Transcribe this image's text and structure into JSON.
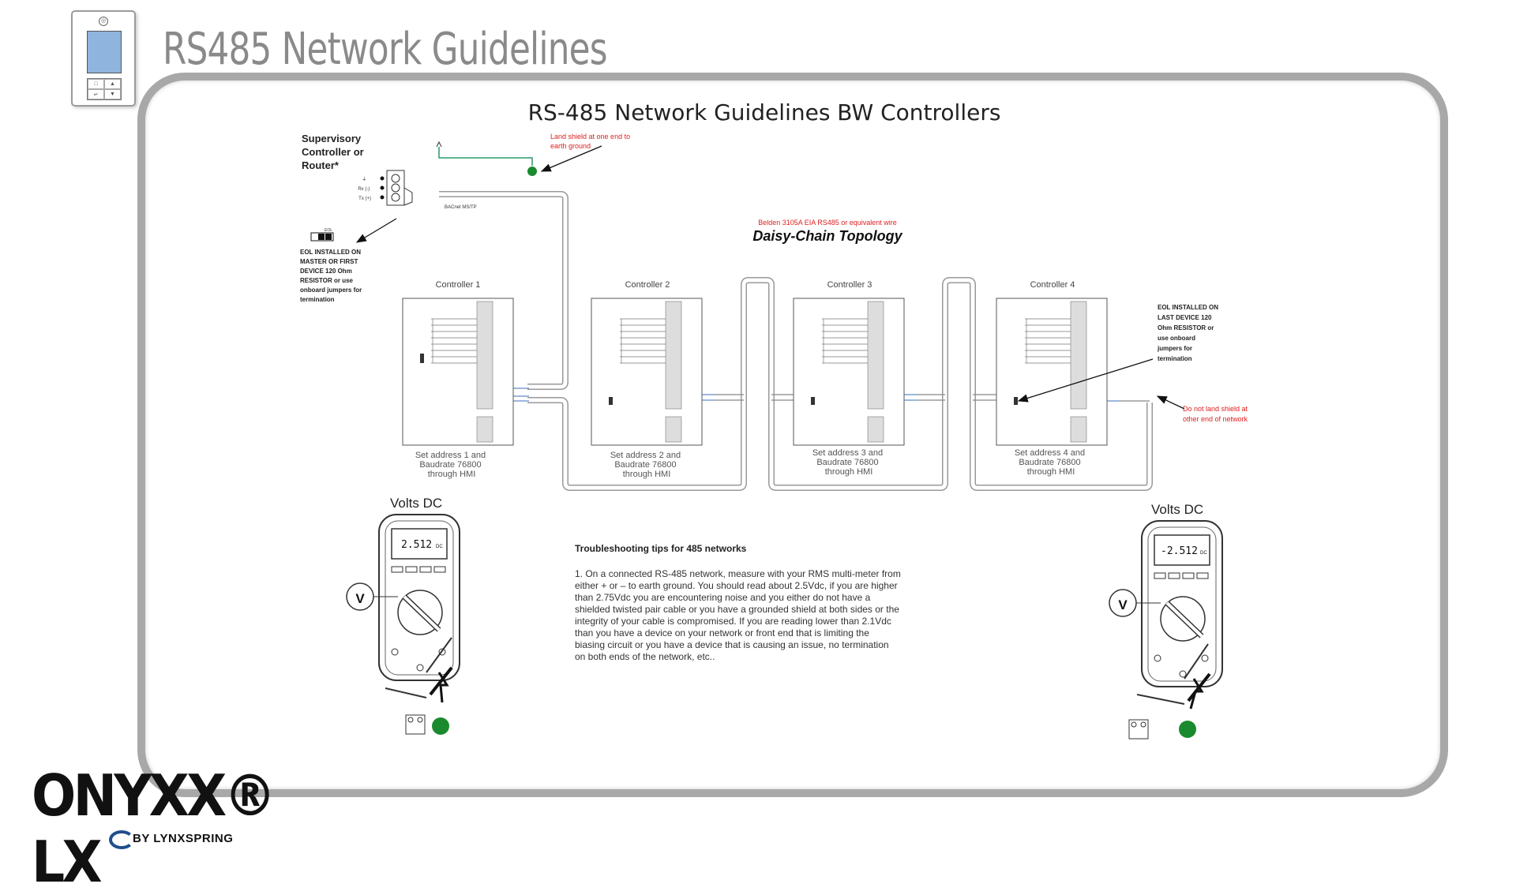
{
  "header": {
    "title": "RS485 Network Guidelines"
  },
  "device_thumb": {
    "icon": "thermostat-controller-icon"
  },
  "diagram": {
    "title": "RS-485 Network Guidelines BW Controllers",
    "supervisory_label": [
      "Supervisory",
      "Controller or",
      "Router*"
    ],
    "supervisory_terminals": [
      "⏚",
      "Rx (-)",
      "Tx (+)"
    ],
    "bacnet_label": "BACnet MS/TP",
    "land_shield_note": [
      "Land shield at one end to",
      "earth ground"
    ],
    "eol_jumper_label": "EOL",
    "eol_master_note": [
      "EOL INSTALLED ON",
      "MASTER OR FIRST",
      "DEVICE 120 Ohm",
      "RESISTOR or use",
      "onboard jumpers for",
      "termination"
    ],
    "wire_note": "Belden 3105A EIA RS485 or equivalent wire",
    "topology_title": "Daisy-Chain Topology",
    "controllers": [
      {
        "title": "Controller 1",
        "caption": [
          "Set address 1 and",
          "Baudrate 76800",
          "through HMI"
        ]
      },
      {
        "title": "Controller 2",
        "caption": [
          "Set address 2 and",
          "Baudrate 76800",
          "through HMI"
        ]
      },
      {
        "title": "Controller 3",
        "caption": [
          "Set address 3 and",
          "Baudrate 76800",
          "through HMI"
        ]
      },
      {
        "title": "Controller 4",
        "caption": [
          "Set address 4 and",
          "Baudrate 76800",
          "through HMI"
        ]
      }
    ],
    "eol_last_note": [
      "EOL INSTALLED ON",
      "LAST DEVICE 120",
      "Ohm RESISTOR or",
      "use onboard",
      "jumpers for",
      "termination"
    ],
    "no_shield_note": [
      "Do not land shield at",
      "other end of network"
    ],
    "meters": [
      {
        "label": "Volts DC",
        "reading": "2.512",
        "unit": "DC",
        "selector": "V"
      },
      {
        "label": "Volts DC",
        "reading": "-2.512",
        "unit": "DC",
        "selector": "V"
      }
    ],
    "troubleshooting": {
      "heading": "Troubleshooting tips for 485 networks",
      "lines": [
        "1. On a connected RS-485 network, measure with your RMS multi-meter from",
        "either + or – to earth ground. You should read about 2.5Vdc, if you are higher",
        "than 2.75Vdc you are encountering noise and you either do not have a",
        "shielded twisted pair cable or you have a grounded shield at both sides or the",
        "integrity of your cable is compromised. If you are reading lower than 2.1Vdc",
        "than you have a device on your network or front end that is limiting the",
        "biasing circuit or you have a device that is causing an issue, no termination",
        "on both ends of the network, etc.."
      ]
    },
    "colors": {
      "red_note": "#e02020",
      "ground_green": "#1a8a2e",
      "wire_green": "#2a9a6a"
    }
  },
  "branding": {
    "logo_text": "ONYXX® LX",
    "sub_text": "BY LYNXSPRING",
    "brand_blue": "#1f4f8c"
  }
}
